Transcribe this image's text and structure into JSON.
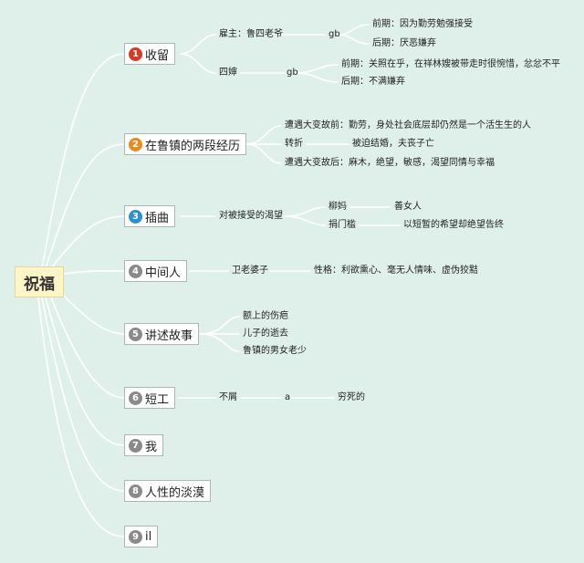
{
  "root": {
    "label": "祝福"
  },
  "topics": [
    {
      "num": "1",
      "label": "收留",
      "color": "#d53a22"
    },
    {
      "num": "2",
      "label": "在鲁镇的两段经历",
      "color": "#ec8a1f"
    },
    {
      "num": "3",
      "label": "插曲",
      "color": "#2a8fd6"
    },
    {
      "num": "4",
      "label": "中间人",
      "color": "#8a8a8a"
    },
    {
      "num": "5",
      "label": "讲述故事",
      "color": "#8a8a8a"
    },
    {
      "num": "6",
      "label": "短工",
      "color": "#8a8a8a"
    },
    {
      "num": "7",
      "label": "我",
      "color": "#8a8a8a"
    },
    {
      "num": "8",
      "label": "人性的淡漠",
      "color": "#8a8a8a"
    },
    {
      "num": "9",
      "label": "il",
      "color": "#8a8a8a"
    }
  ],
  "labels": {
    "t1_employer": "雇主：鲁四老爷",
    "t1_gb1": "gb",
    "t1_before1": "前期：因为勤劳勉强接受",
    "t1_after1": "后期：厌恶嫌弃",
    "t1_siwei": "四婶",
    "t1_gb2": "gb",
    "t1_before2": "前期：关照在乎，在祥林嫂被带走时很惋惜，忿忿不平",
    "t1_after2": "后期：不满嫌弃",
    "t2_before": "遭遇大变故前：勤劳，身处社会底层却仍然是一个活生生的人",
    "t2_turn": "转折",
    "t2_forced": "被迫结婚，夫丧子亡",
    "t2_after": "遭遇大变故后：麻木，绝望，敏感，渴望同情与幸福",
    "t3_hope": "对被接受的渴望",
    "t3_liuma": "柳妈",
    "t3_shannv": "善女人",
    "t3_menkan": "捐门槛",
    "t3_hope2": "以短暂的希望却绝望告终",
    "t4_wei": "卫老婆子",
    "t4_trait": "性格：利欲熏心、毫无人情味、虚伪狡黠",
    "t5_scar": "额上的伤疤",
    "t5_son": "儿子的逝去",
    "t5_people": "鲁镇的男女老少",
    "t6_buxie": "不屑",
    "t6_a": "a",
    "t6_qiong": "穷死的"
  }
}
